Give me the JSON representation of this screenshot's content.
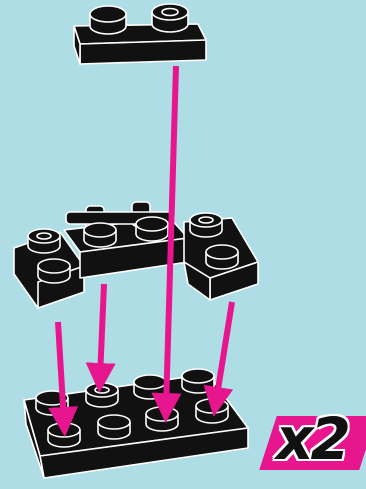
{
  "quantity_label": "x2",
  "colors": {
    "background": "#afdde6",
    "brick": "#111111",
    "outline": "#ffffff",
    "arrow": "#e7168f"
  },
  "parts": [
    "top-plate-1x2",
    "hinge-plate-assembly",
    "base-plate-2x4"
  ]
}
